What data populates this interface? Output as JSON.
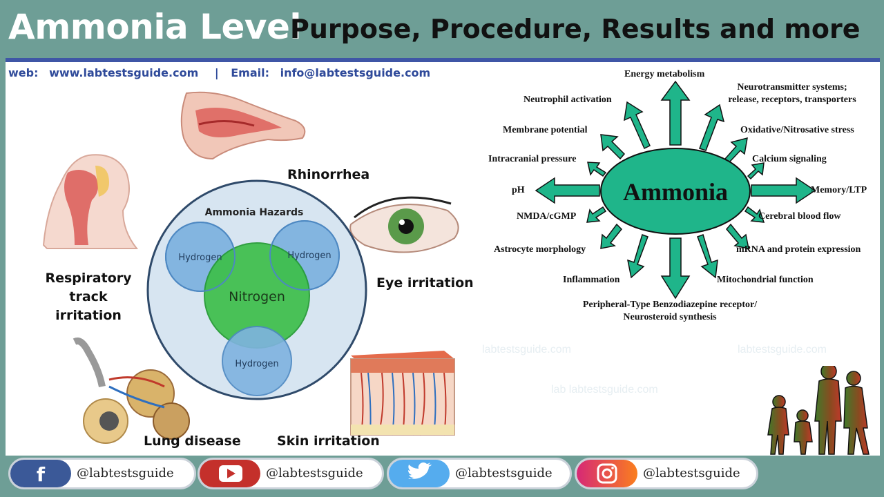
{
  "header": {
    "title_main": "Ammonia Level",
    "title_sub": "Purpose, Procedure, Results and more"
  },
  "contact": {
    "web_label": "web:",
    "web_url": "www.labtestsguide.com",
    "separator": "|",
    "email_label": "Email:",
    "email": "info@labtestsguide.com"
  },
  "hazards": {
    "title": "Ammonia Hazards",
    "center": "Nitrogen",
    "atoms": [
      "Hydrogen",
      "Hydrogen",
      "Hydrogen"
    ],
    "labels": {
      "rhinorrhea": "Rhinorrhea",
      "respiratory_1": "Respiratory track",
      "respiratory_2": "irritation",
      "eye": "Eye irritation",
      "lung": "Lung disease",
      "skin": "Skin irritation"
    }
  },
  "effects": {
    "center": "Ammonia",
    "energy": "Energy metabolism",
    "neutrophil": "Neutrophil activation",
    "neuro_1": "Neurotransmitter systems;",
    "neuro_2": "release, receptors, transporters",
    "membrane": "Membrane potential",
    "oxidative": "Oxidative/Nitrosative stress",
    "intracranial": "Intracranial pressure",
    "calcium": "Calcium signaling",
    "ph": "pH",
    "memory": "Memory/LTP",
    "nmda": "NMDA/cGMP",
    "cerebral": "Cerebral blood flow",
    "astrocyte": "Astrocyte morphology",
    "mrna": "mRNA and protein expression",
    "inflammation": "Inflammation",
    "mito": "Mitochondrial function",
    "pbr_1": "Peripheral-Type Benzodiazepine receptor/",
    "pbr_2": "Neurosteroid synthesis"
  },
  "watermarks": [
    "labtestsguide.com",
    "lab  labtestsguide.com",
    "labtestsguide.com"
  ],
  "social": [
    {
      "network": "facebook-icon",
      "handle": "@labtestsguide",
      "color": "#3b5998"
    },
    {
      "network": "youtube-icon",
      "handle": "@labtestsguide",
      "color": "#c4302b"
    },
    {
      "network": "twitter-icon",
      "handle": "@labtestsguide",
      "color": "#55acee"
    },
    {
      "network": "instagram-icon",
      "handle": "@labtestsguide",
      "color": "#d62976"
    }
  ],
  "colors": {
    "header_bg": "#6e9e96",
    "accent_blue": "#3f56a6",
    "arrow_green": "#1fb58a",
    "ammonia_fill": "#1fb58a"
  }
}
